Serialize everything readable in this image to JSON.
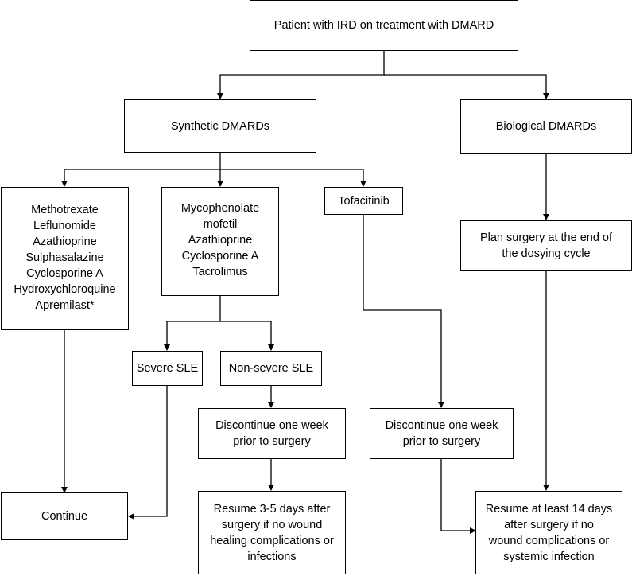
{
  "nodes": {
    "root": "Patient with IRD on treatment with DMARD",
    "synthetic": "Synthetic DMARDs",
    "biological": "Biological DMARDs",
    "continue_group": "Methotrexate\nLeflunomide\nAzathioprine\nSulphasalazine\nCyclosporine A\nHydroxychloroquine\nApremilast*",
    "sle_group": "Mycophenolate\nmofetil\nAzathioprine\nCyclosporine A\nTacrolimus",
    "tofacitinib": "Tofacitinib",
    "plan_surgery": "Plan surgery at the end of\nthe dosying cycle",
    "severe_sle": "Severe SLE",
    "non_severe_sle": "Non-severe SLE",
    "discontinue_sle": "Discontinue one week\nprior to surgery",
    "discontinue_tofa": "Discontinue one week\nprior to surgery",
    "continue": "Continue",
    "resume_sle": "Resume 3-5 days after\nsurgery if no wound\nhealing complications or\ninfections",
    "resume_bio": "Resume at least 14 days\nafter surgery if no\nwound complications or\nsystemic infection"
  },
  "edges": [
    [
      "root",
      "synthetic"
    ],
    [
      "root",
      "biological"
    ],
    [
      "synthetic",
      "continue_group"
    ],
    [
      "synthetic",
      "sle_group"
    ],
    [
      "synthetic",
      "tofacitinib"
    ],
    [
      "sle_group",
      "severe_sle"
    ],
    [
      "sle_group",
      "non_severe_sle"
    ],
    [
      "continue_group",
      "continue"
    ],
    [
      "severe_sle",
      "continue"
    ],
    [
      "non_severe_sle",
      "discontinue_sle"
    ],
    [
      "discontinue_sle",
      "resume_sle"
    ],
    [
      "tofacitinib",
      "discontinue_tofa"
    ],
    [
      "discontinue_tofa",
      "resume_bio"
    ],
    [
      "biological",
      "plan_surgery"
    ],
    [
      "plan_surgery",
      "resume_bio"
    ]
  ],
  "colors": {
    "stroke": "#000000",
    "fill": "#ffffff",
    "text": "#000000"
  }
}
